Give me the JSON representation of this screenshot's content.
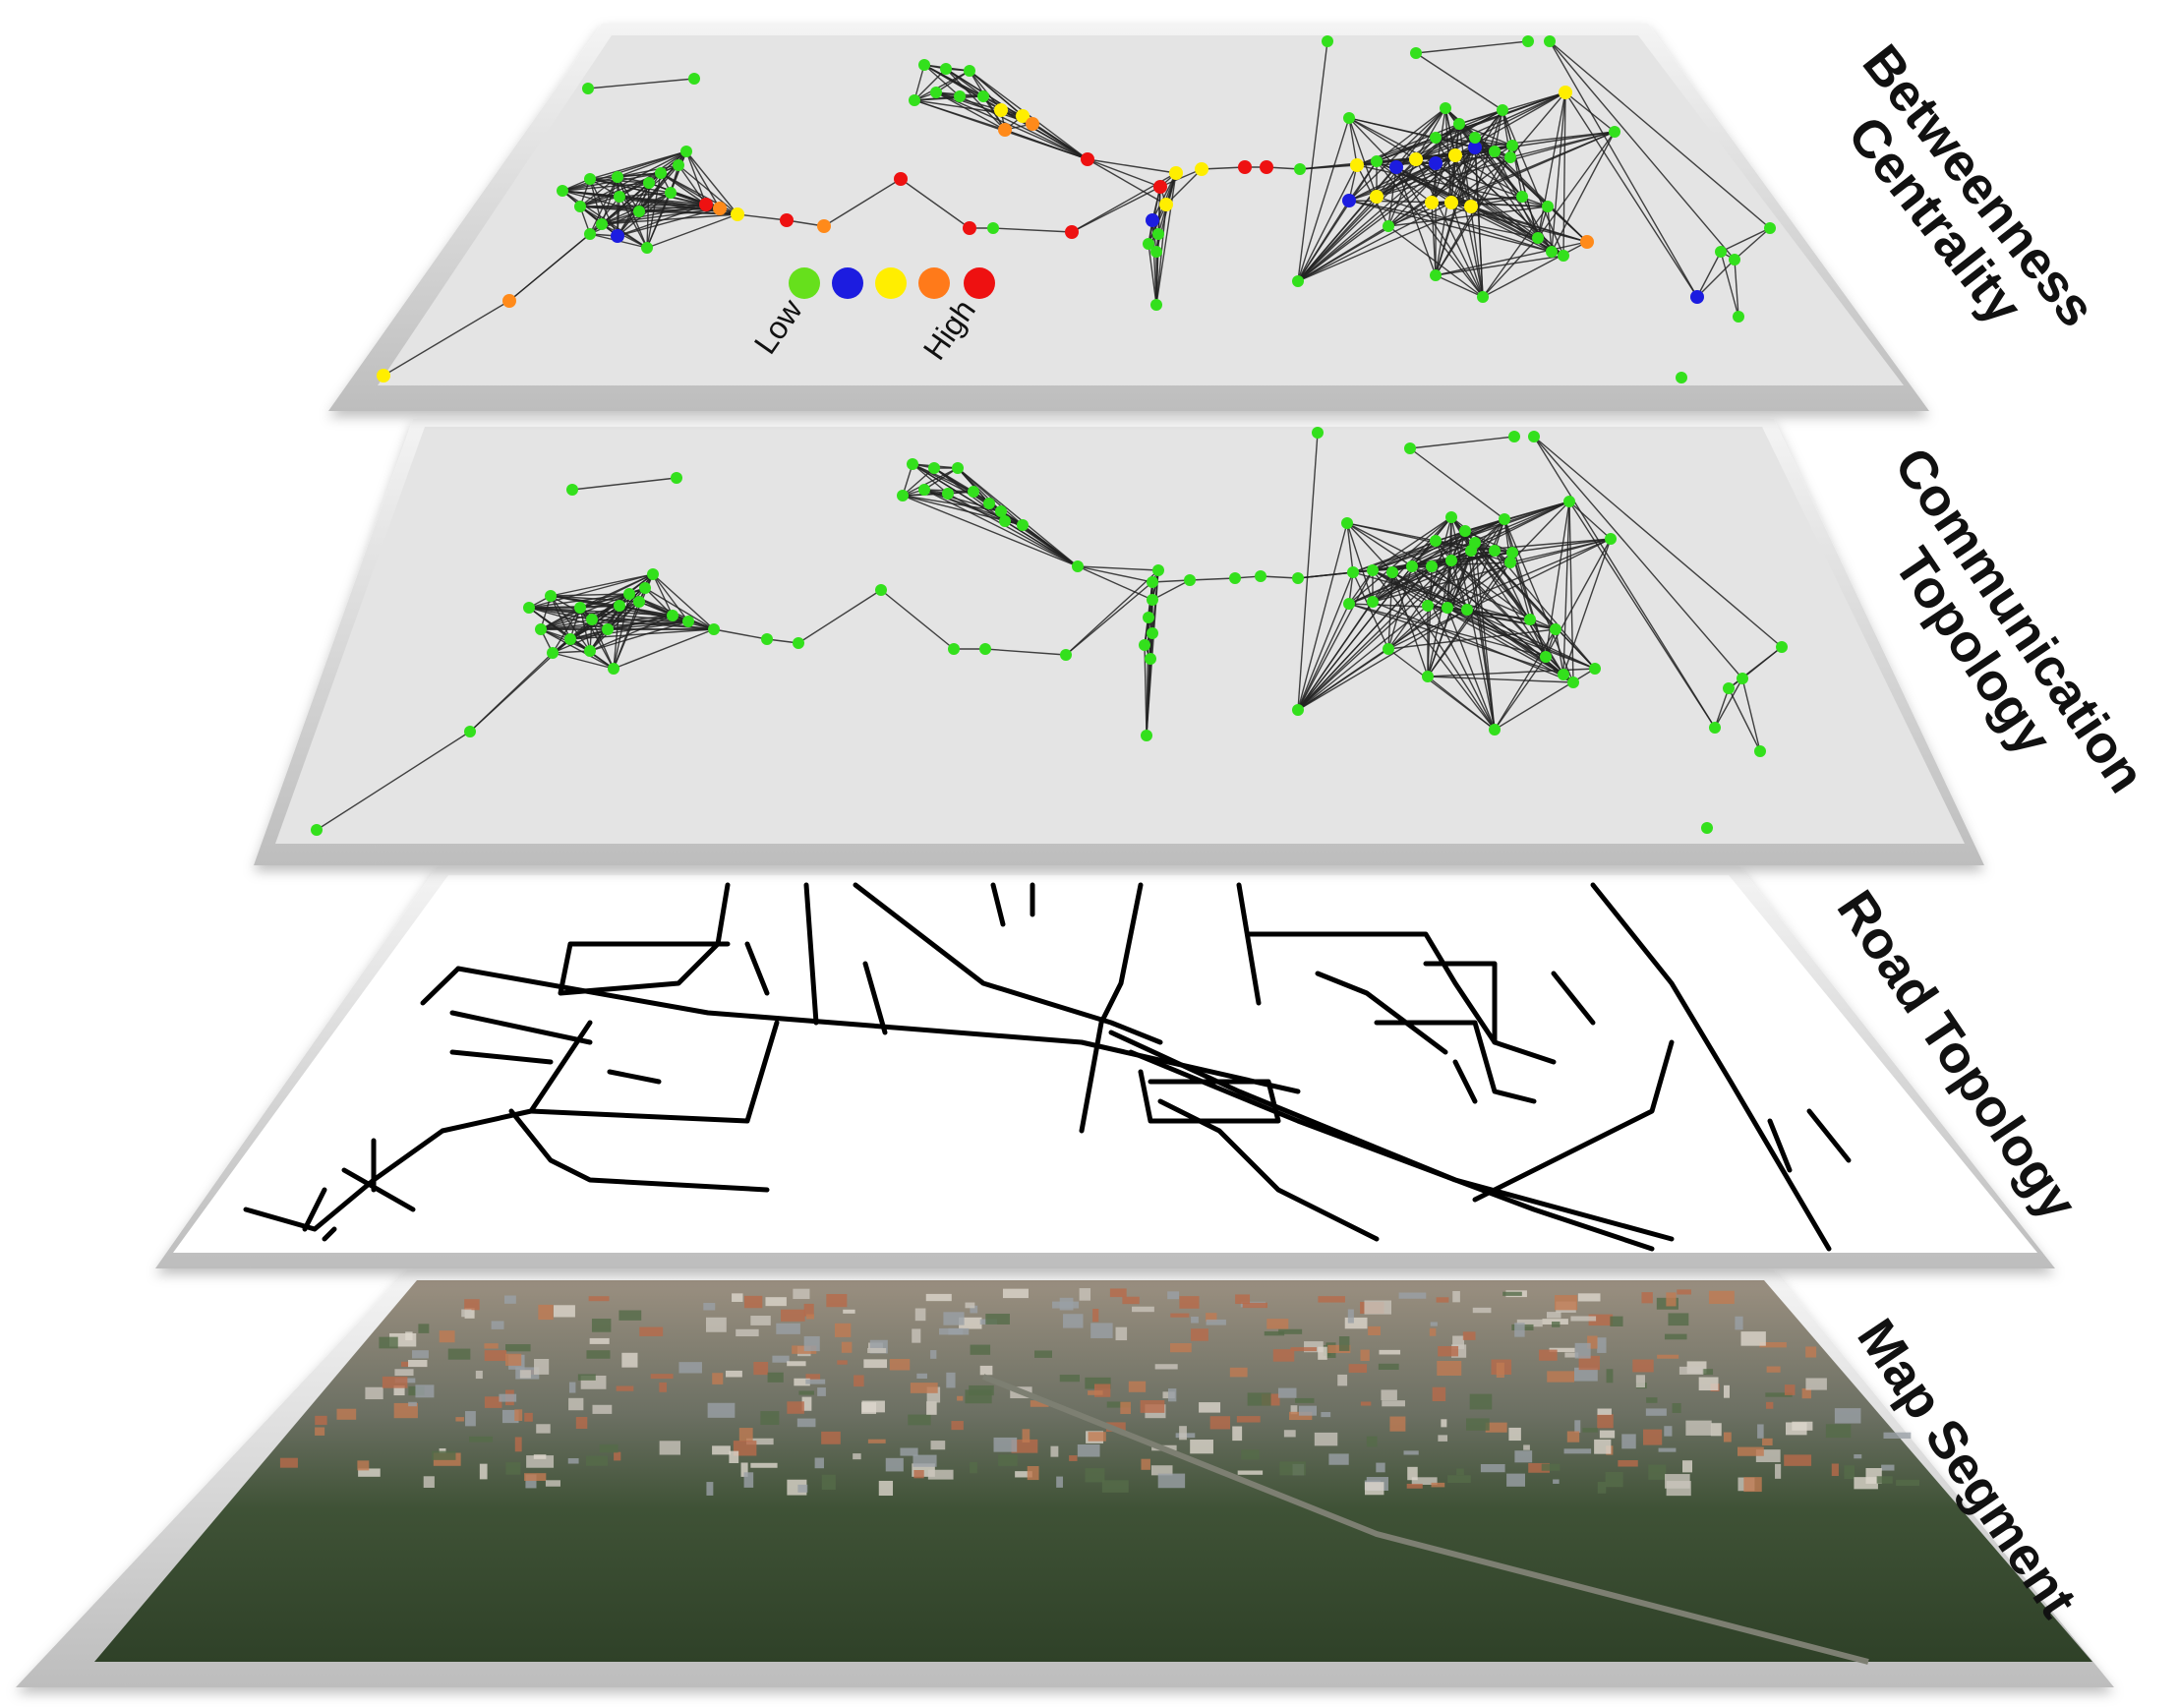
{
  "layers": [
    {
      "id": "betweenness",
      "label": "Betweenness\nCentrality"
    },
    {
      "id": "communication",
      "label": "Communication\nTopology"
    },
    {
      "id": "road",
      "label": "Road Topology"
    },
    {
      "id": "map",
      "label": "Map Segment"
    }
  ],
  "legend": {
    "low_label": "Low",
    "high_label": "High",
    "colors": [
      "#66e01c",
      "#1c1ce0",
      "#ffee00",
      "#ff7a1a",
      "#ee1111"
    ]
  },
  "colors": {
    "node_green": "#33e01c",
    "node_blue": "#1c1ce0",
    "node_yellow": "#ffee00",
    "node_orange": "#ff8a1a",
    "node_red": "#ee1111",
    "panel_gray": "#e4e4e4",
    "road": "#000000",
    "forest": "#3c4e34"
  }
}
